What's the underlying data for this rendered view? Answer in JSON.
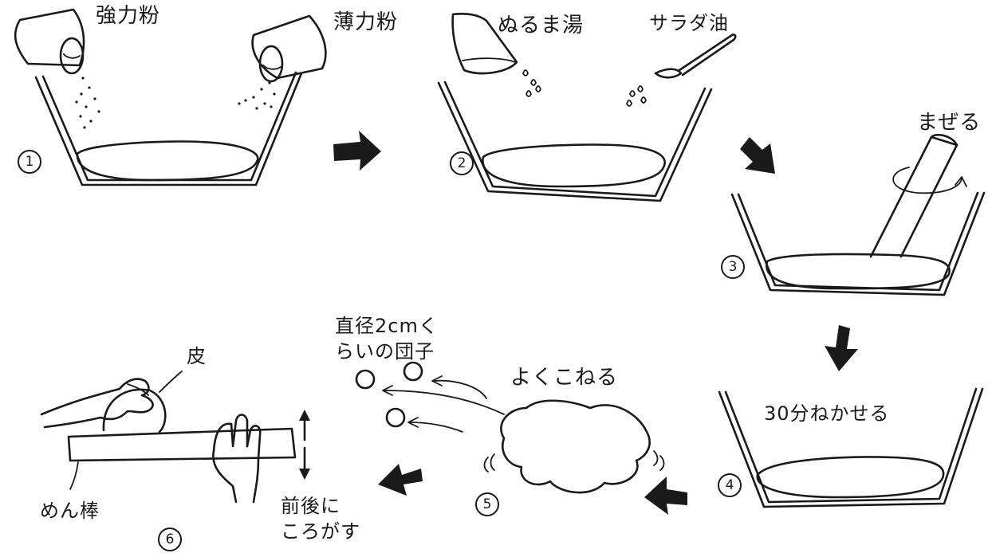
{
  "labels": {
    "strong_flour": "強力粉",
    "weak_flour": "薄力粉",
    "warm_water": "ぬるま湯",
    "salad_oil": "サラダ油",
    "mix": "まぜる",
    "rest": "30分ねかせる",
    "knead": "よくこねる",
    "ball_line1": "直径2cmく",
    "ball_line2": "らいの団子",
    "skin": "皮",
    "rolling_pin": "めん棒",
    "roll_line1": "前後に",
    "roll_line2": "ころがす"
  },
  "steps": {
    "s1": "1",
    "s2": "2",
    "s3": "3",
    "s4": "4",
    "s5": "5",
    "s6": "6"
  },
  "colors": {
    "ink": "#1a1a1a",
    "paper": "#ffffff"
  },
  "icons": [
    "bowl-icon",
    "flour-bag-icon",
    "measuring-cup-icon",
    "spoon-icon",
    "spatula-icon",
    "dough-icon",
    "dough-ball-icon",
    "hand-icon",
    "rolling-pin-icon",
    "arrow-icon"
  ]
}
